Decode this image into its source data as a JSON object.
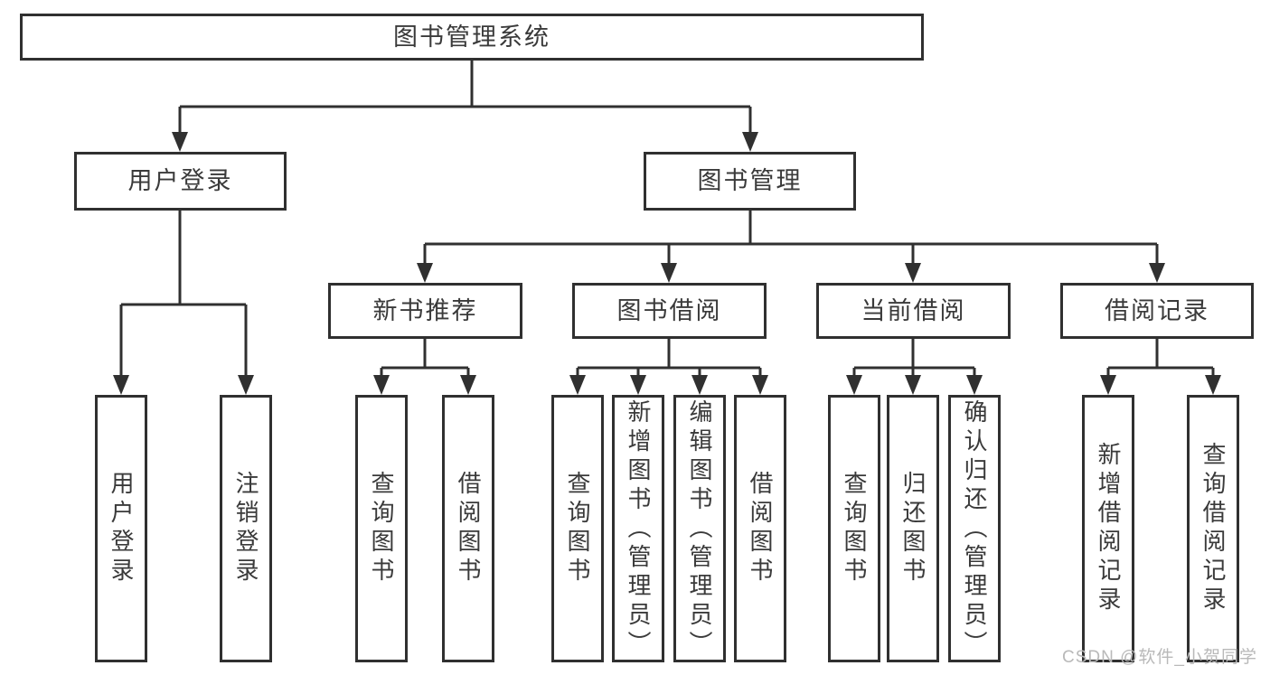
{
  "diagram_type": "hierarchy-tree",
  "tree": {
    "label": "图书管理系统",
    "children": [
      {
        "label": "用户登录",
        "children": [
          {
            "label": "用户登录"
          },
          {
            "label": "注销登录"
          }
        ]
      },
      {
        "label": "图书管理",
        "children": [
          {
            "label": "新书推荐",
            "children": [
              {
                "label": "查询图书"
              },
              {
                "label": "借阅图书"
              }
            ]
          },
          {
            "label": "图书借阅",
            "children": [
              {
                "label": "查询图书"
              },
              {
                "label": "新增图书（管理员）"
              },
              {
                "label": "编辑图书（管理员）"
              },
              {
                "label": "借阅图书"
              }
            ]
          },
          {
            "label": "当前借阅",
            "children": [
              {
                "label": "查询图书"
              },
              {
                "label": "归还图书"
              },
              {
                "label": "确认归还（管理员）"
              }
            ]
          },
          {
            "label": "借阅记录",
            "children": [
              {
                "label": "新增借阅记录"
              },
              {
                "label": "查询借阅记录"
              }
            ]
          }
        ]
      }
    ]
  },
  "watermark": {
    "text": "CSDN @软件_小贺同学"
  },
  "colors": {
    "line": "#303030",
    "box_border": "#303030",
    "box_background": "#ffffff",
    "text": "#3a3a3a",
    "watermark": "#b9b9b9",
    "page_background": "#ffffff"
  }
}
